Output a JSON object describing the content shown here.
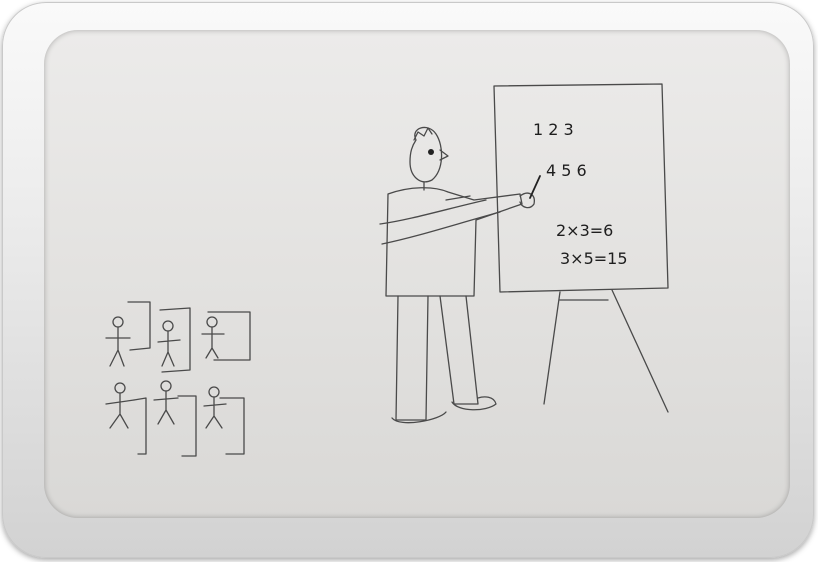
{
  "drawing": {
    "board_row1": "1  2  3",
    "board_row2": "4  5  6",
    "board_eq1": "2×3=6",
    "board_eq2": "3×5=15"
  },
  "colors": {
    "frame": "#e6e6e6",
    "paper": "#e3e2e0",
    "ink": "#3f3f3f"
  }
}
